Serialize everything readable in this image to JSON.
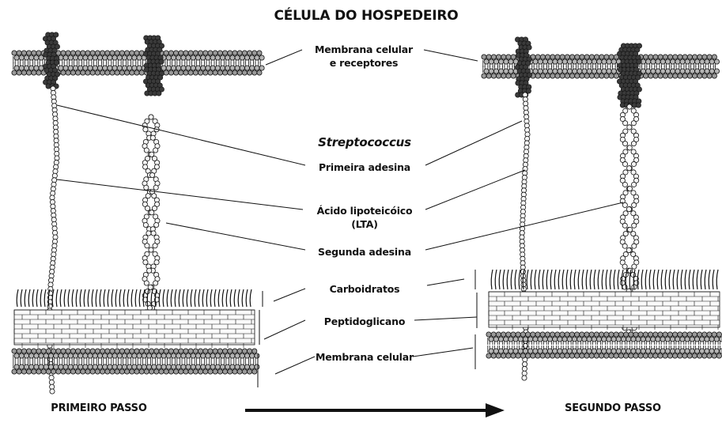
{
  "title": "CÉLULA DO HOSPEDEIRO",
  "labels": {
    "host_membrane_line1": "Membrana celular",
    "host_membrane_line2": "e receptores",
    "species": "Streptococcus",
    "first_adhesin": "Primeira adesina",
    "lta_line1": "Ácido lipoteicóico",
    "lta_line2": "(LTA)",
    "second_adhesin": "Segunda adesina",
    "carbohydrates": "Carboidratos",
    "peptidoglycan": "Peptidoglicano",
    "bacterial_membrane": "Membrana celular"
  },
  "steps": {
    "first": "PRIMEIRO PASSO",
    "second": "SEGUNDO PASSO"
  },
  "colors": {
    "ink": "#111111",
    "bead_fill": "#f4f4f4",
    "dark_bead": "#3a3a3a"
  }
}
